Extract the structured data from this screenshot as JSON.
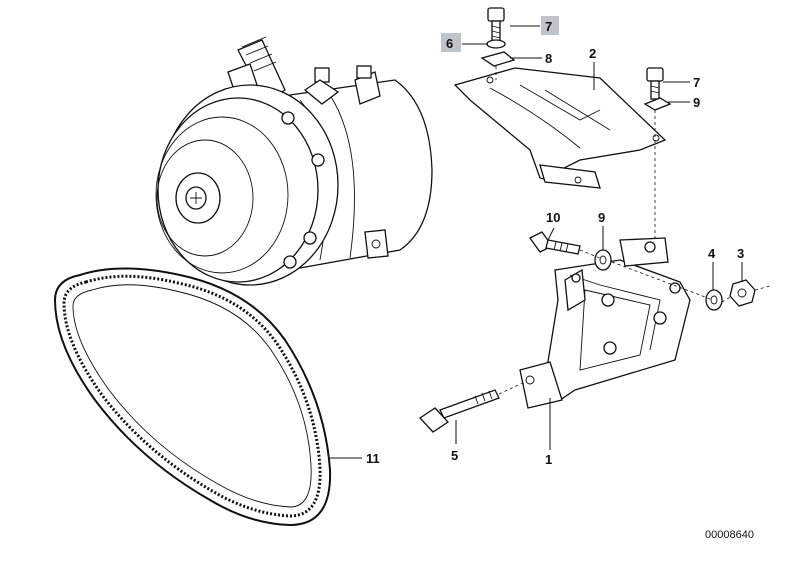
{
  "callouts": [
    {
      "id": "c7a",
      "label": "7",
      "highlighted": true
    },
    {
      "id": "c6",
      "label": "6",
      "highlighted": true
    },
    {
      "id": "c8",
      "label": "8",
      "highlighted": false
    },
    {
      "id": "c2",
      "label": "2",
      "highlighted": false
    },
    {
      "id": "c7b",
      "label": "7",
      "highlighted": false
    },
    {
      "id": "c9a",
      "label": "9",
      "highlighted": false
    },
    {
      "id": "c10",
      "label": "10",
      "highlighted": false
    },
    {
      "id": "c9b",
      "label": "9",
      "highlighted": false
    },
    {
      "id": "c4",
      "label": "4",
      "highlighted": false
    },
    {
      "id": "c3",
      "label": "3",
      "highlighted": false
    },
    {
      "id": "c11",
      "label": "11",
      "highlighted": false
    },
    {
      "id": "c5",
      "label": "5",
      "highlighted": false
    },
    {
      "id": "c1",
      "label": "1",
      "highlighted": false
    }
  ],
  "document_number": "00008640",
  "colors": {
    "highlight": "#bfc4cc",
    "ink": "#111111",
    "background": "#ffffff"
  }
}
